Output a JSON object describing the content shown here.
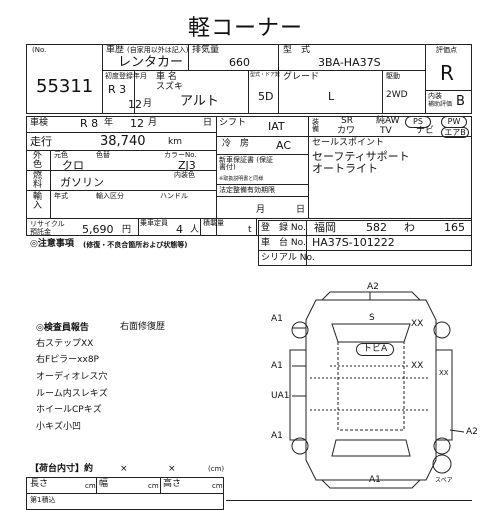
{
  "header": {
    "title": "軽コーナー"
  },
  "sheet": {
    "lot_label": "(No.",
    "lot_number": "55311",
    "vehicle_history_label": "車歴",
    "vehicle_history_note": "(自家用以外は記入)",
    "vehicle_history_value": "レンタカー",
    "displacement_label": "排気量",
    "displacement_value": "660",
    "model_label": "型　式",
    "model_value": "3BA-HA37S",
    "grade_score_label": "評価点",
    "grade_score_value": "R",
    "first_reg_label": "初度登録年月",
    "first_reg_era": "R 3",
    "first_reg_month": "12",
    "first_reg_month_unit": "月",
    "car_name_label": "車 名",
    "maker": "スズキ",
    "car_name": "アルト",
    "doors_label": "型式・ドア数",
    "doors_value": "5D",
    "grade_label": "グレード",
    "grade_value": "L",
    "drive_label": "駆動",
    "drive_value": "2WD",
    "interior_score_label": "内装",
    "interior_score_sub": "補助評価",
    "interior_score_value": "B",
    "inspection_label": "車検",
    "inspection_year": "R 8",
    "inspection_year_unit": "年",
    "inspection_month": "12",
    "inspection_month_unit": "月",
    "inspection_day_unit": "日",
    "shift_label": "シフト",
    "shift_value": "IAT",
    "mileage_label": "走行",
    "mileage_value": "38,740",
    "mileage_unit": "km",
    "ac_label": "冷　房",
    "ac_value": "AC",
    "color_side_label": "外色",
    "color_label": "元色",
    "color_tone_label": "色替",
    "color_value": "クロ",
    "color_no_label": "カラーNo.",
    "color_no_value": "ZJ3",
    "interior_color_label": "内装色",
    "fuel_label": "燃料",
    "fuel_value": "ガソリン",
    "new_warranty_label": "新車保証書 (保証書付)",
    "new_warranty_note": "※取扱説明書と同様",
    "transport_label": "輸入",
    "year_label": "年式",
    "import_class_label": "輸入区分",
    "handle_label": "ハンドル",
    "maint_label": "法定整備有効期限",
    "maint_month_unit": "月",
    "maint_day_unit": "日",
    "recycle_label": "リサイクル",
    "recycle_sub": "預託金",
    "recycle_value": "5,690",
    "recycle_unit": "円",
    "capacity_label": "乗車定員",
    "capacity_value": "4",
    "capacity_unit": "人",
    "load_label": "積載量",
    "load_unit": "t",
    "plate_label": "登　録 No.",
    "plate_region": "福岡",
    "plate_class": "582",
    "plate_kana": "わ",
    "plate_number": "165",
    "chassis_label": "車　台 No.",
    "chassis_value": "HA37S-101222",
    "serial_label": "シリアル No.",
    "notes_label": "◎注意事項",
    "notes_sub": "(修復・不良合箇所および状態等)"
  },
  "equipment": {
    "header_label": "装備",
    "items": [
      "SR",
      "純AW",
      "PS",
      "PW",
      "カワ",
      "TV",
      "ナビ",
      "エアB"
    ],
    "sales_point_label": "セールスポイント",
    "sales_points": [
      "セーフティサポート",
      "オートライト"
    ]
  },
  "inspector": {
    "title": "◎検査員報告",
    "repair": "右面修復歴",
    "lines": [
      "右ステップXX",
      "右Fピラーxx8P",
      "オーディオレス穴",
      "ルーム内スレキズ",
      "ホイールCPキズ",
      "小キズ小凹"
    ]
  },
  "diagram": {
    "labels": [
      "A2",
      "S",
      "XX",
      "A1",
      "トビA",
      "XX",
      "A1",
      "XX",
      "UA1",
      "A1",
      "A2",
      "A1",
      "スペア"
    ]
  },
  "cargo": {
    "title": "【荷台内寸】約",
    "x1": "×",
    "x2": "×",
    "unit": "(cm)",
    "length_label": "長さ",
    "width_label": "幅",
    "height_label": "高さ",
    "cm": "cm",
    "bottom_label": "第1積込"
  }
}
